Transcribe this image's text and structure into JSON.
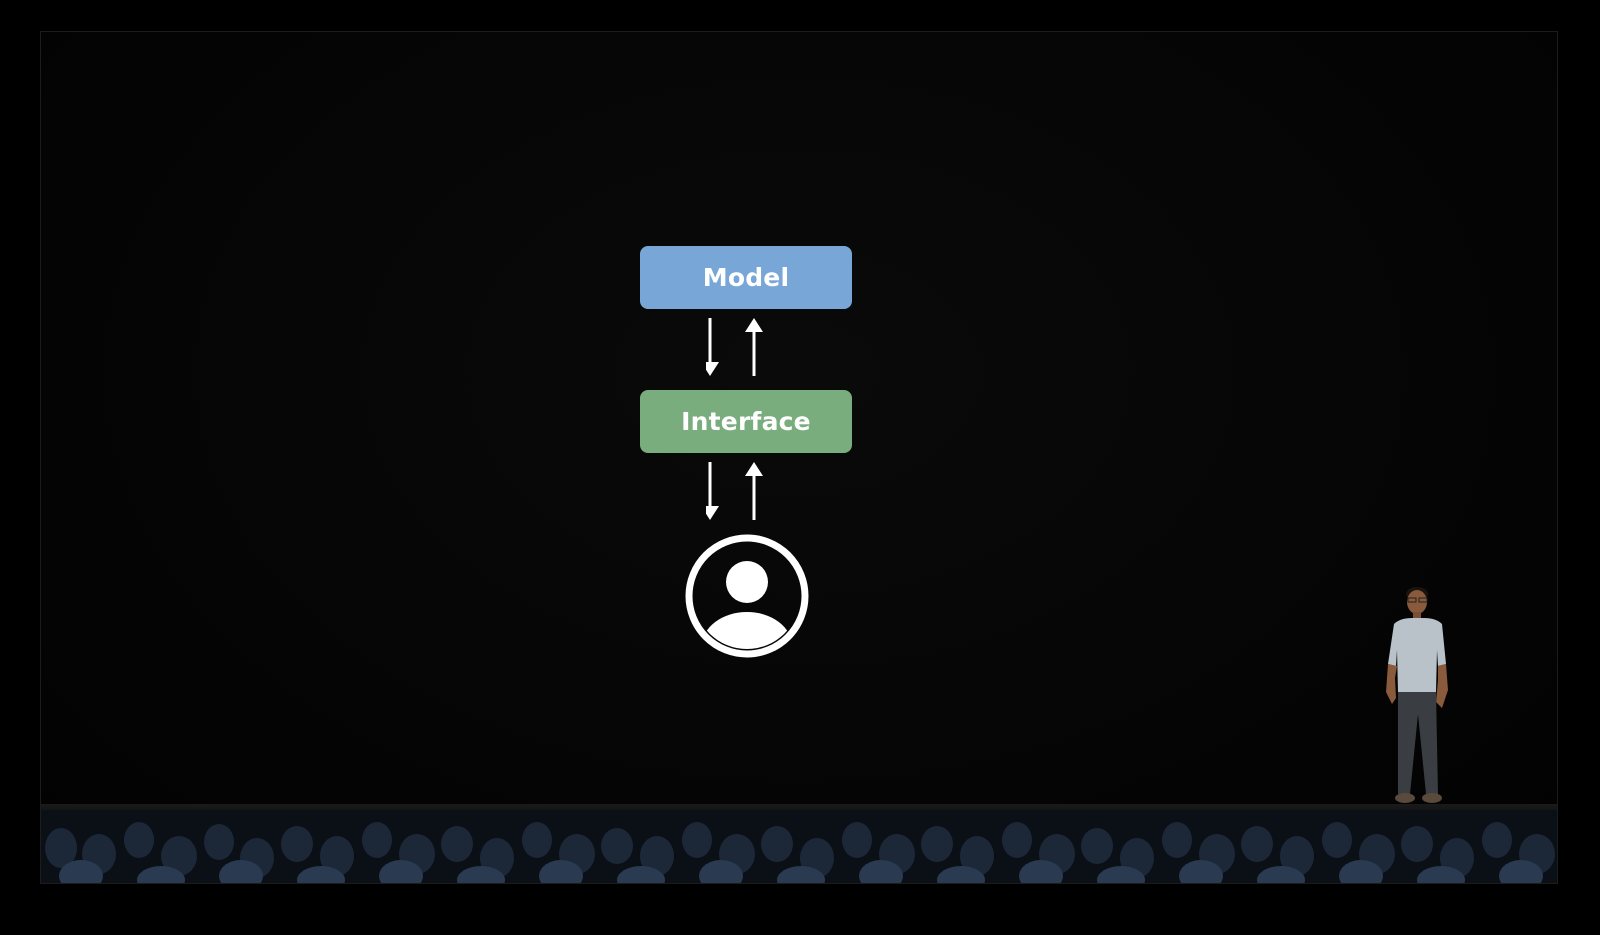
{
  "diagram": {
    "model_label": "Model",
    "interface_label": "Interface",
    "colors": {
      "model_box": "#78a6d6",
      "interface_box": "#7aad7e",
      "arrow": "#ffffff",
      "user_icon": "#ffffff",
      "background": "#000000"
    },
    "icons": [
      "arrow-down-icon",
      "arrow-up-icon",
      "person-circle-icon"
    ]
  },
  "scene": {
    "elements": [
      "presenter",
      "audience",
      "stage"
    ]
  }
}
